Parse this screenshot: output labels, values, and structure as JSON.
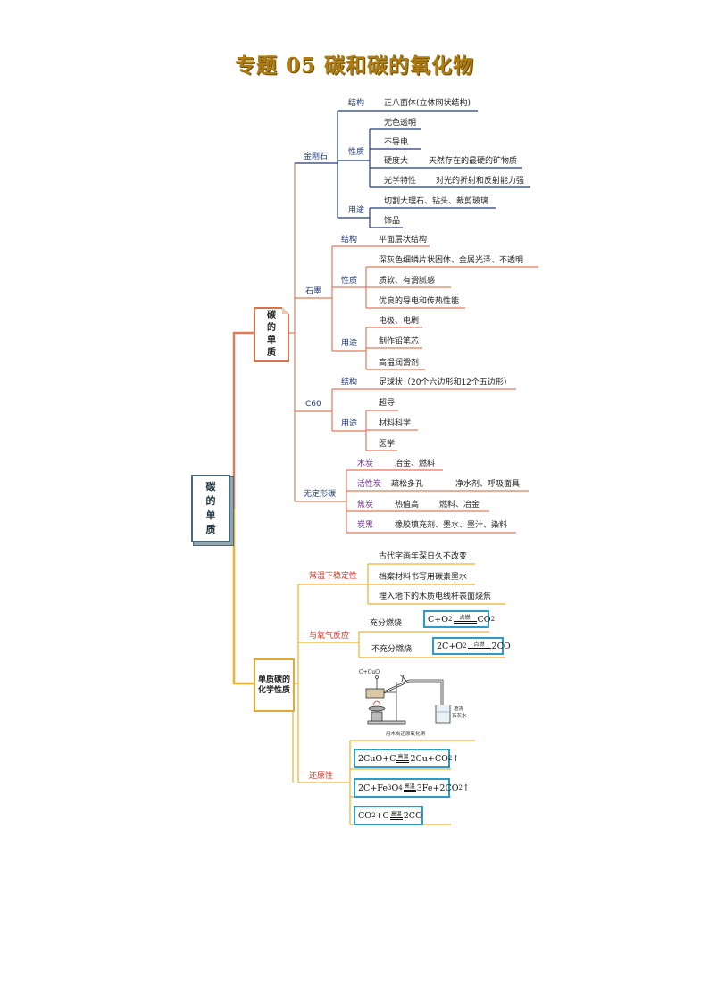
{
  "title": "专题 05    碳和碳的氧化物",
  "root": {
    "label": "碳的单质"
  },
  "branches": {
    "simple": {
      "label": "碳的单质"
    },
    "chemical": {
      "label": "单质碳的化学性质"
    }
  },
  "diamond": {
    "label": "金刚石",
    "structure": {
      "label": "结构",
      "value": "正八面体(立体网状结构)"
    },
    "property": {
      "label": "性质",
      "items": [
        "无色透明",
        "不导电",
        "硬度大",
        "天然存在的最硬的矿物质",
        "光学特性",
        "对光的折射和反射能力强"
      ]
    },
    "use": {
      "label": "用途",
      "items": [
        "切割大理石、钻头、裁剪玻璃",
        "饰品"
      ]
    }
  },
  "graphite": {
    "label": "石墨",
    "structure": {
      "label": "结构",
      "value": "平面层状结构"
    },
    "property": {
      "label": "性质",
      "items": [
        "深灰色细鳞片状固体、金属光泽、不透明",
        "质软、有滑腻感",
        "优良的导电和传热性能"
      ]
    },
    "use": {
      "label": "用途",
      "items": [
        "电极、电刷",
        "制作铅笔芯",
        "高温润滑剂"
      ]
    }
  },
  "c60": {
    "label": "C60",
    "structure": {
      "label": "结构",
      "value": "足球状（20个六边形和12个五边形）"
    },
    "use": {
      "label": "用途",
      "items": [
        "超导",
        "材料科学",
        "医学"
      ]
    }
  },
  "amorphous": {
    "label": "无定形碳",
    "items": [
      {
        "name": "木炭",
        "values": [
          "冶金、燃料"
        ]
      },
      {
        "name": "活性炭",
        "values": [
          "疏松多孔",
          "净水剂、呼吸面具"
        ]
      },
      {
        "name": "焦炭",
        "values": [
          "热值高",
          "燃料、冶金"
        ]
      },
      {
        "name": "炭黑",
        "values": [
          "橡胶填充剂、墨水、墨汁、染料"
        ]
      }
    ]
  },
  "stable": {
    "label": "常温下稳定性",
    "items": [
      "古代字画年深日久不改变",
      "档案材料书写用碳素墨水",
      "埋入地下的木质电线杆表面烧焦"
    ]
  },
  "oxygen": {
    "label": "与氧气反应",
    "full": {
      "label": "充分燃烧",
      "r": "C+O",
      "s": "2",
      "cond": "点燃",
      "p": "CO",
      "ps": "2"
    },
    "partial": {
      "label": "不充分燃烧",
      "r": "2C+O",
      "s": "2",
      "cond": "点燃",
      "p": "2CO"
    }
  },
  "apparatus": {
    "top_label": "C+CuO",
    "right_label1": "澄清",
    "right_label2": "石灰水",
    "caption": "用木炭还原氧化铜"
  },
  "reducing": {
    "label": "还原性",
    "r1": {
      "r": "2CuO+C",
      "cond": "高温",
      "p": "2Cu+CO",
      "ps": "2",
      "arrow": "↑"
    },
    "r2": {
      "r1": "2C+Fe",
      "rs1": "3",
      "r2": "O",
      "rs2": "4",
      "cond": "高温",
      "p1": "3Fe+2CO",
      "ps": "2",
      "arrow": "↑"
    },
    "r3": {
      "r1": "CO",
      "rs": "2",
      "r2": "+C",
      "cond": "高温",
      "p": "2CO"
    }
  },
  "colors": {
    "navy": "#1f3a78",
    "orange": "#e07a5a",
    "gold": "#e2a935",
    "formula_border": "#2e9bc4"
  }
}
